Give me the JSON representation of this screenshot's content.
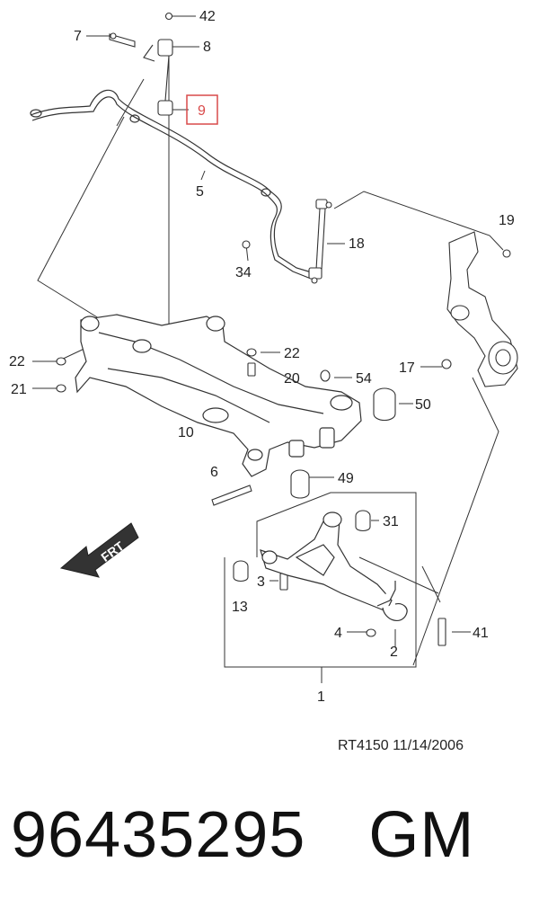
{
  "diagram": {
    "highlight_color": "#d94a4a",
    "callouts": [
      {
        "id": "42",
        "label": "42"
      },
      {
        "id": "7",
        "label": "7"
      },
      {
        "id": "8",
        "label": "8"
      },
      {
        "id": "9",
        "label": "9",
        "highlighted": true
      },
      {
        "id": "5",
        "label": "5"
      },
      {
        "id": "19",
        "label": "19"
      },
      {
        "id": "18",
        "label": "18"
      },
      {
        "id": "34",
        "label": "34"
      },
      {
        "id": "22a",
        "label": "22"
      },
      {
        "id": "22b",
        "label": "22"
      },
      {
        "id": "20",
        "label": "20"
      },
      {
        "id": "54",
        "label": "54"
      },
      {
        "id": "17",
        "label": "17"
      },
      {
        "id": "21",
        "label": "21"
      },
      {
        "id": "50",
        "label": "50"
      },
      {
        "id": "10",
        "label": "10"
      },
      {
        "id": "6",
        "label": "6"
      },
      {
        "id": "49",
        "label": "49"
      },
      {
        "id": "31",
        "label": "31"
      },
      {
        "id": "3",
        "label": "3"
      },
      {
        "id": "13",
        "label": "13"
      },
      {
        "id": "4",
        "label": "4"
      },
      {
        "id": "2",
        "label": "2"
      },
      {
        "id": "41",
        "label": "41"
      },
      {
        "id": "1",
        "label": "1"
      }
    ],
    "front_arrow_label": "FRT",
    "reference": "RT4150  11/14/2006"
  },
  "part": {
    "number": "96435295",
    "brand": "GM"
  }
}
